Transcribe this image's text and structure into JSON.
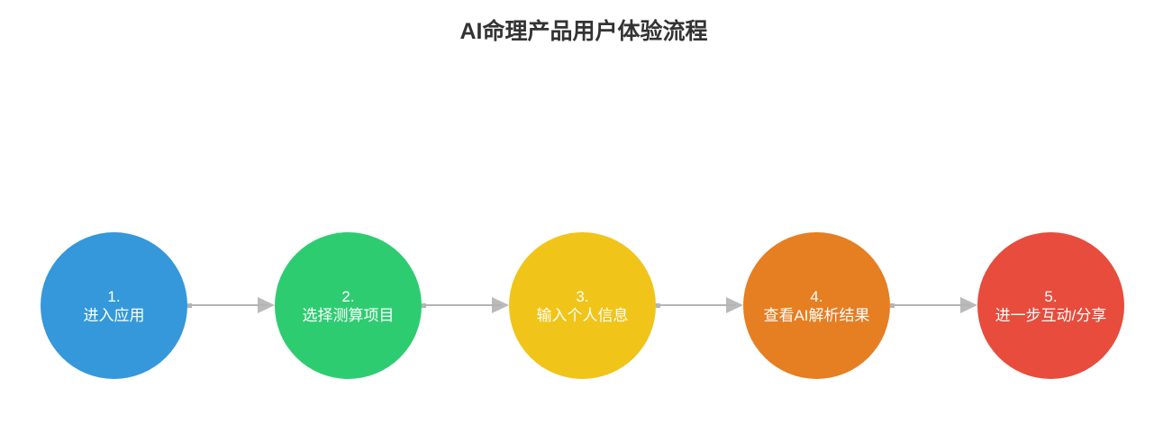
{
  "title": "AI命理产品用户体验流程",
  "title_color": "#333333",
  "connector_color": "#b4b4b4",
  "steps": [
    {
      "number": "1.",
      "label": "进入应用",
      "color": "#3498db"
    },
    {
      "number": "2.",
      "label": "选择测算项目",
      "color": "#2ecc71"
    },
    {
      "number": "3.",
      "label": "输入个人信息",
      "color": "#f0c419"
    },
    {
      "number": "4.",
      "label": "查看AI解析结果",
      "color": "#e67e22"
    },
    {
      "number": "5.",
      "label": "进一步互动/分享",
      "color": "#e74c3c"
    }
  ]
}
